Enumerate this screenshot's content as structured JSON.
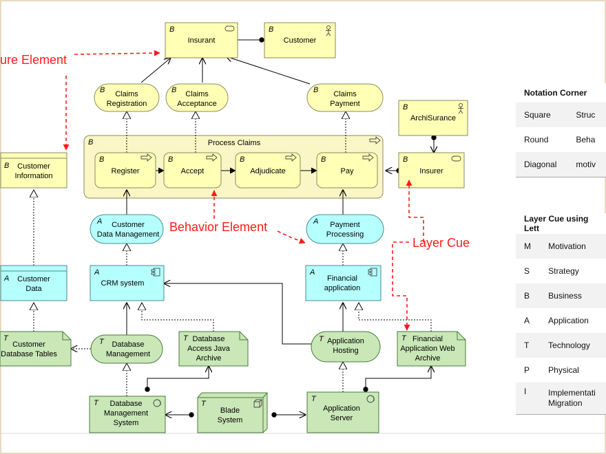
{
  "elements": {
    "insurant": {
      "letter": "B",
      "label": "Insurant"
    },
    "customer": {
      "letter": "B",
      "label": "Customer"
    },
    "claims_registration": {
      "letter": "B",
      "label_1": "Claims",
      "label_2": "Registration"
    },
    "claims_acceptance": {
      "letter": "B",
      "label_1": "Claims",
      "label_2": "Acceptance"
    },
    "claims_payment": {
      "letter": "B",
      "label_1": "Claims",
      "label_2": "Payment"
    },
    "archisurance": {
      "letter": "B",
      "label": "ArchiSurance"
    },
    "process_claims": {
      "letter": "B",
      "label": "Process Claims"
    },
    "register": {
      "letter": "B",
      "label": "Register"
    },
    "accept": {
      "letter": "B",
      "label": "Accept"
    },
    "adjudicate": {
      "letter": "B",
      "label": "Adjudicate"
    },
    "pay": {
      "letter": "B",
      "label": "Pay"
    },
    "insurer": {
      "letter": "B",
      "label": "Insurer"
    },
    "customer_information": {
      "letter": "B",
      "label_1": "Customer",
      "label_2": "Information"
    },
    "customer_data_management": {
      "letter": "A",
      "label_1": "Customer",
      "label_2": "Data Management"
    },
    "payment_processing": {
      "letter": "A",
      "label_1": "Payment",
      "label_2": "Processing"
    },
    "customer_data": {
      "letter": "A",
      "label_1": "Customer",
      "label_2": "Data"
    },
    "crm_system": {
      "letter": "A",
      "label": "CRM system"
    },
    "financial_application": {
      "letter": "A",
      "label_1": "Financial",
      "label_2": "application"
    },
    "customer_database_tables": {
      "letter": "T",
      "label_1": "Customer",
      "label_2": "Database Tables"
    },
    "database_management": {
      "letter": "T",
      "label_1": "Database",
      "label_2": "Management"
    },
    "database_access_java_archive": {
      "letter": "T",
      "label_1": "Database",
      "label_2": "Access Java",
      "label_3": "Archive"
    },
    "application_hosting": {
      "letter": "T",
      "label_1": "Application",
      "label_2": "Hosting"
    },
    "financial_application_web_archive": {
      "letter": "T",
      "label_1": "Financial",
      "label_2": "Application Web",
      "label_3": "Archive"
    },
    "database_management_system": {
      "letter": "T",
      "label_1": "Database",
      "label_2": "Management",
      "label_3": "System"
    },
    "blade_system": {
      "letter": "T",
      "label_1": "Blade",
      "label_2": "System"
    },
    "application_server": {
      "letter": "T",
      "label_1": "Application",
      "label_2": "Server"
    }
  },
  "annotations": {
    "structure_element": "ure Element",
    "behavior_element": "Behavior Element",
    "layer_cue": "Layer Cue"
  },
  "notation_corner": {
    "title": "Notation Corner",
    "rows": [
      {
        "shape": "Square",
        "meaning": "Struc"
      },
      {
        "shape": "Round",
        "meaning": "Beha"
      },
      {
        "shape": "Diagonal",
        "meaning": "motiv"
      }
    ]
  },
  "layer_cue_table": {
    "title": "Layer Cue using Lett",
    "rows": [
      {
        "letter": "M",
        "layer": "Motivation"
      },
      {
        "letter": "S",
        "layer": "Strategy"
      },
      {
        "letter": "B",
        "layer": "Business"
      },
      {
        "letter": "A",
        "layer": "Application"
      },
      {
        "letter": "T",
        "layer": "Technology"
      },
      {
        "letter": "P",
        "layer": "Physical"
      },
      {
        "letter": "I",
        "layer": "Implementati",
        "layer_2": "Migration"
      }
    ]
  },
  "colors": {
    "business": "#ffffb5",
    "application": "#b5ffff",
    "technology": "#c9e7b7",
    "annotation": "#ff1a1a",
    "group_fill": "#fbf6c5",
    "table_row": "#f2f2f2"
  }
}
